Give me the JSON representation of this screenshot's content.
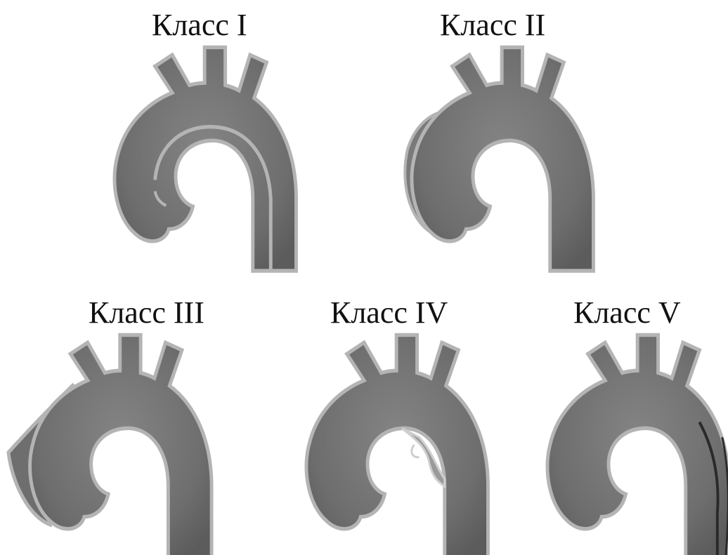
{
  "figure": {
    "panels": [
      {
        "id": "class-1",
        "label": "Класс I"
      },
      {
        "id": "class-2",
        "label": "Класс II"
      },
      {
        "id": "class-3",
        "label": "Класс III"
      },
      {
        "id": "class-4",
        "label": "Класс IV"
      },
      {
        "id": "class-5",
        "label": "Класс V"
      }
    ]
  },
  "colors": {
    "vessel_fill": "#6e6e6e",
    "vessel_outline": "#b4b4b4",
    "lumen_core": "#7a7a7a",
    "dark_line": "#2a2a2a"
  }
}
